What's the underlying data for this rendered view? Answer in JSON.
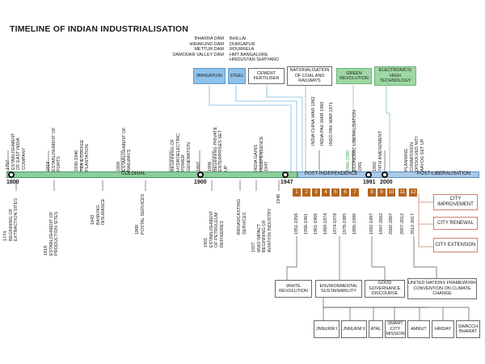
{
  "title": "TIMELINE OF INDIAN INDUSTRIALISATION",
  "dams": [
    "BHAKRA DAM",
    "HIRAKUND DAM",
    "METTUR DAM",
    "DAMODAR VALLEY DAM"
  ],
  "plants": [
    "BHILLAI",
    "DURGAPUR",
    "ROURKELA",
    "HMT BANGALORE",
    "HINDUSTAN SHIPYARD"
  ],
  "top_boxes": {
    "irrigation": "IRRIGATION",
    "steel": "STEEL",
    "cement": "CEMENT FERTILISER",
    "nationalisation": "NATIONALISATION OF COAL AND RAILWAYS",
    "green": "GREEN REVOLUTION",
    "electronics": "ELECTRONICS/ HIGH TECHNOLOGY"
  },
  "eras": {
    "colonial": "COLONIAL",
    "post_independence": "POST-INDEPENDENCE",
    "post_liberalisation": "POST-LIBERALISATION"
  },
  "milestones": {
    "y1800": "1800",
    "y1900": "1900",
    "y1947": "1947",
    "y1991": "1991",
    "y2000": "2000"
  },
  "above_events": [
    {
      "text": "1757\nESTABLISHMENT\nOF EAST INDIA\nCOMPANY"
    },
    {
      "text": "1819\nESTABLISHMENT OF\nPORTS"
    },
    {
      "text": "1830-1840\nTEA & COFFEE\nPLANTATION"
    },
    {
      "text": "1858\nESTABLISHMENT OF\nRAILWAYS"
    },
    {
      "text": "BEGINNING OF\nHYDROELECTRIC\nPOWER\nGENERATION"
    },
    {
      "text": "1897"
    },
    {
      "text": "1906\nBEGINNING PRIVATE\nENTERPRISES SET\nUP"
    },
    {
      "text": "INDIA GAINS\nINDEPENDENCE\n1947"
    },
    {
      "text": "INDIA CHINA WAR 1962"
    },
    {
      "text": "INDIA PAK WAR 1965"
    },
    {
      "text": "INDO PAK WAR 1971"
    },
    {
      "text": "1965-1980"
    },
    {
      "text": "ECONOMIC LIBERALISATION\n1991"
    },
    {
      "text": "1992\n74th AMENDMENT"
    },
    {
      "text": "PLANNING\nCOMMISSION\nDISSOLVED NITI\nAAYOG SET UP"
    }
  ],
  "below_events": [
    {
      "text": "1774\nBEGINNING OF\nEXTRACTION SITES"
    },
    {
      "text": "1818\nESTABLISHMENT OF\nPRODUCTION SITES"
    },
    {
      "text": "1843\nBANKING\nINSURANCE"
    },
    {
      "text": "1868\nPOSTAL SERVICES"
    },
    {
      "text": "1901\nESTABLISHMENT\nOF PETROLEUM\nREFINERIES"
    },
    {
      "text": "BROADCASTING\nSERVICES"
    },
    {
      "text": "1927\nWW2 IMPACT\nBEGINNING OF\nAVIATION INDUSTRY"
    },
    {
      "text": "1940"
    }
  ],
  "plans": [
    {
      "num": "1",
      "years": "1951-1956"
    },
    {
      "num": "2",
      "years": "1956-1961"
    },
    {
      "num": "3",
      "years": "1961-1966"
    },
    {
      "num": "4",
      "years": "1969-1974"
    },
    {
      "num": "5",
      "years": "1974-1978"
    },
    {
      "num": "6",
      "years": "1978-1985"
    },
    {
      "num": "7",
      "years": "1985-1990"
    },
    {
      "num": "8",
      "years": "1992-1997"
    },
    {
      "num": "9",
      "years": "1997-2002"
    },
    {
      "num": "10",
      "years": "2002-2007"
    },
    {
      "num": "11",
      "years": "2007-2012"
    },
    {
      "num": "12",
      "years": "2012-2017"
    }
  ],
  "city_boxes": {
    "improvement": "CITY IMPROVEMENT",
    "renewal": "CITY RENEWAL",
    "extension": "CITY EXTENSION"
  },
  "themes": {
    "white": "WHITE REVOLUTION",
    "env": "ENVIRONMENTAL SUSTAINABILITY",
    "gov": "GOOD GOVERNANCE DISCOURSE",
    "un": "UNITED NATIONS FRAMEWORK CONVENTION ON CLIMATE CHANGE"
  },
  "missions": [
    "JNNURM I",
    "JNNURM II",
    "ATAL",
    "SMART CITY MISSION",
    "AMRUT",
    "HRIDAY",
    "SWACCH BHARAT"
  ],
  "colors": {
    "timeline_green": "#8ccf9b",
    "timeline_blue": "#a9c9e8",
    "box_blue": "#8ec2ea",
    "box_green": "#9fd7a3",
    "plan_brown": "#b5651d"
  }
}
